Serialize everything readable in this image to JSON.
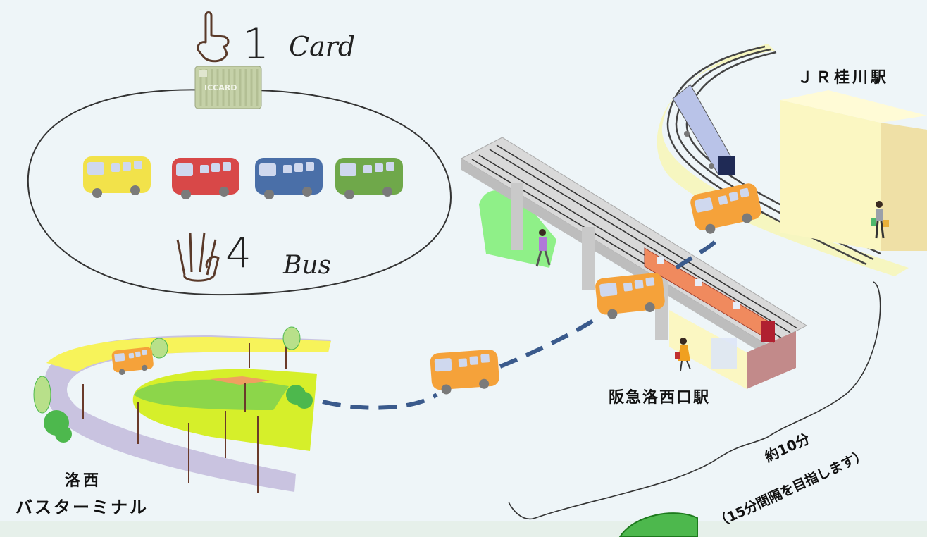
{
  "card_section": {
    "count": "1",
    "label": "Card",
    "card_text": "ICCARD"
  },
  "bus_section": {
    "count": "4",
    "label": "Bus",
    "bus_colors": [
      "#f2e24a",
      "#d84848",
      "#4a6fa8",
      "#6fa84a"
    ]
  },
  "stations": {
    "jr": "ＪＲ桂川駅",
    "hankyu": "阪急洛西口駅",
    "terminal_line1": "洛西",
    "terminal_line2": "バスターミナル"
  },
  "interval": {
    "line1": "約10分",
    "line2": "（15分間隔を目指します）"
  },
  "colors": {
    "background": "#eef5f8",
    "route_dash": "#3a5a8c",
    "bus_orange": "#f5a23a",
    "train_red": "#e0503a"
  }
}
